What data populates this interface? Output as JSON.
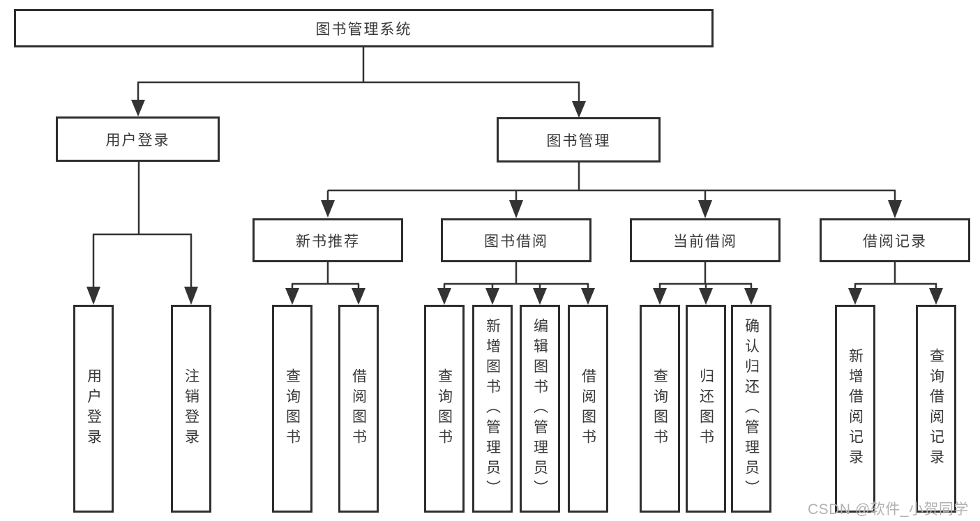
{
  "diagram": {
    "type": "hierarchy-tree",
    "tree": {
      "label": "图书管理系统",
      "children": [
        {
          "label": "用户登录",
          "children": [
            {
              "label": "用户登录"
            },
            {
              "label": "注销登录"
            }
          ]
        },
        {
          "label": "图书管理",
          "children": [
            {
              "label": "新书推荐",
              "children": [
                {
                  "label": "查询图书"
                },
                {
                  "label": "借阅图书"
                }
              ]
            },
            {
              "label": "图书借阅",
              "children": [
                {
                  "label": "查询图书"
                },
                {
                  "label": "新增图书（管理员）"
                },
                {
                  "label": "编辑图书（管理员）"
                },
                {
                  "label": "借阅图书"
                }
              ]
            },
            {
              "label": "当前借阅",
              "children": [
                {
                  "label": "查询图书"
                },
                {
                  "label": "归还图书"
                },
                {
                  "label": "确认归还（管理员）"
                }
              ]
            },
            {
              "label": "借阅记录",
              "children": [
                {
                  "label": "新增借阅记录"
                },
                {
                  "label": "查询借阅记录"
                }
              ]
            }
          ]
        }
      ]
    },
    "colors": {
      "line": "#333333",
      "box_border": "#2e2e2e",
      "text": "#3a3a3a",
      "background": "#ffffff",
      "watermark_text": "#b2b2b2"
    }
  },
  "watermark": {
    "text": "CSDN @软件_小贺同学"
  }
}
